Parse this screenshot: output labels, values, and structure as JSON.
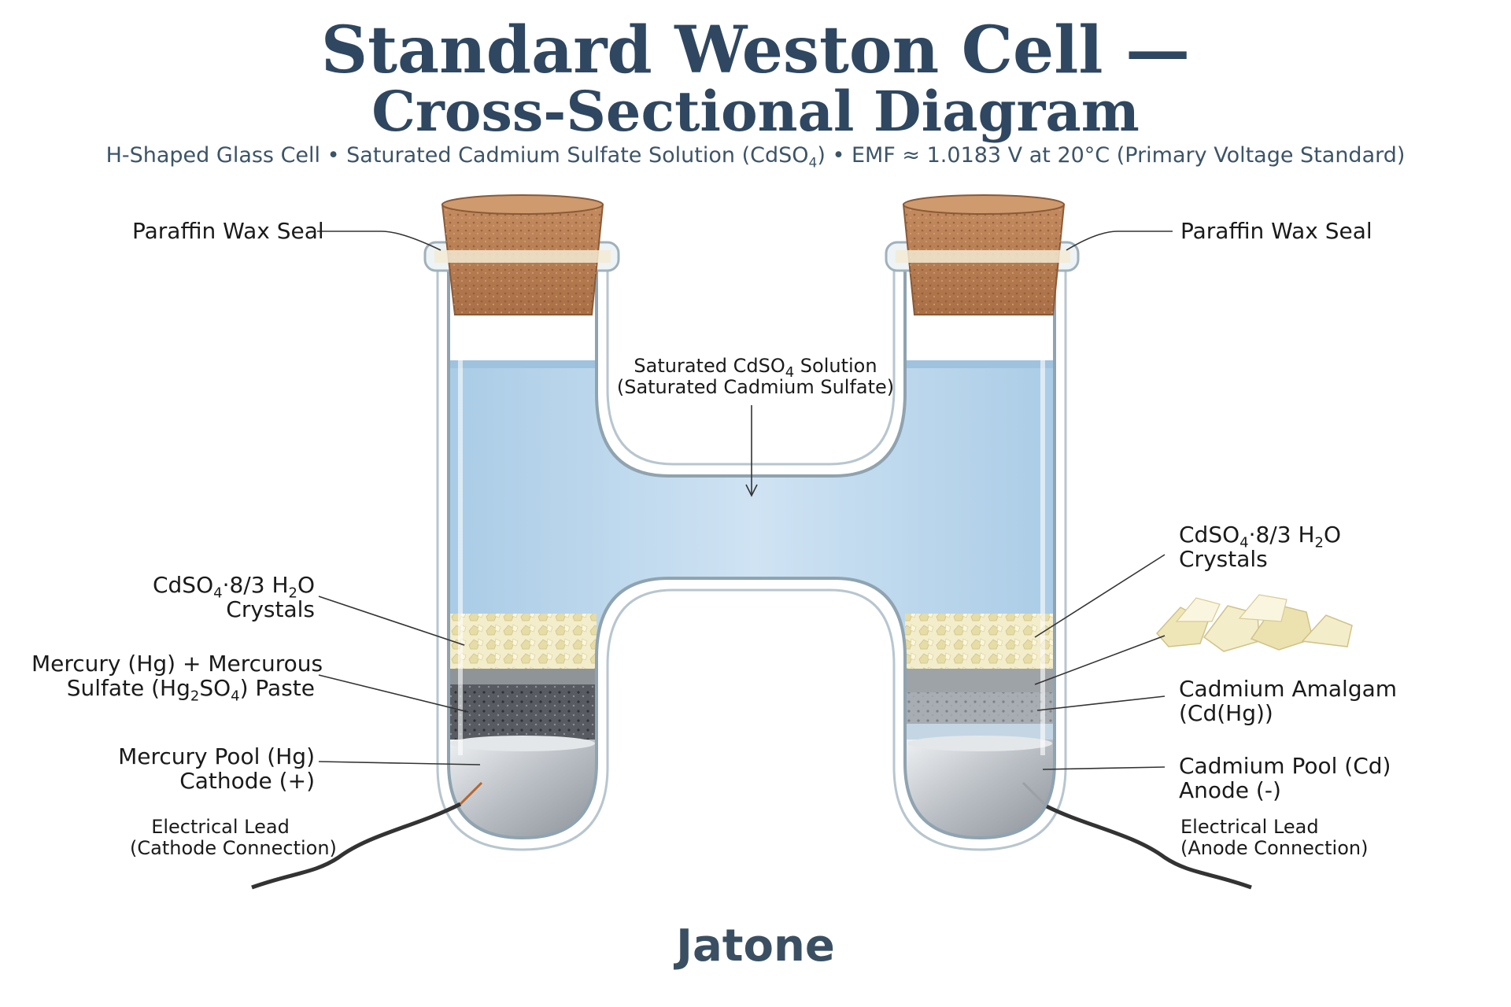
{
  "title": {
    "line1": "Standard Weston Cell —",
    "line2": "Cross-Sectional Diagram"
  },
  "subtitle": {
    "before": "H-Shaped Glass Cell • Saturated Cadmium Sulfate Solution (CdSO",
    "sub": "4",
    "after": ") • EMF ≈ 1.0183 V at 20°C (Primary Voltage Standard)"
  },
  "labels": {
    "seal_left": "Paraffin Wax Seal",
    "seal_right": "Paraffin Wax Seal",
    "solution_line1_a": "Saturated CdSO",
    "solution_line1_sub": "4",
    "solution_line1_b": " Solution",
    "solution_line2": "(Saturated Cadmium Sulfate)",
    "crystals_left_a": "CdSO",
    "crystals_left_sub": "4",
    "crystals_left_b": "·8/3 H",
    "crystals_left_sub2": "2",
    "crystals_left_c": "O",
    "crystals_left_line2": "Crystals",
    "crystals_right_a": "CdSO",
    "crystals_right_sub": "4",
    "crystals_right_b": "·8/3 H",
    "crystals_right_sub2": "2",
    "crystals_right_c": "O",
    "crystals_right_line2": "Crystals",
    "paste_line1": "Mercury (Hg) + Mercurous",
    "paste_line2_a": "Sulfate (Hg",
    "paste_line2_sub": "2",
    "paste_line2_b": "SO",
    "paste_line2_sub2": "4",
    "paste_line2_c": ") Paste",
    "amalgam_line1": "Cadmium Amalgam",
    "amalgam_line2": "(Cd(Hg))",
    "mercury_pool_line1": "Mercury Pool (Hg)",
    "mercury_pool_line2": "Cathode (+)",
    "cadmium_pool_line1": "Cadmium Pool (Cd)",
    "cadmium_pool_line2": "Anode (-)",
    "lead_left_line1": "Electrical Lead",
    "lead_left_line2": "(Cathode Connection)",
    "lead_right_line1": "Electrical Lead",
    "lead_right_line2": "(Anode Connection)"
  },
  "brand": "Jatone",
  "colors": {
    "title": "#2f4760",
    "glass": "#bfcfd8",
    "solution": "#bcd8ee",
    "cork": "#b97e55",
    "crystals": "#efe8c2",
    "paste": "#5e6268",
    "amalgam": "#9ea4aa",
    "mercury": "#c8ccd1",
    "leader": "#333333"
  },
  "icons": [
    "cork-stopper-icon",
    "wire-lead-icon",
    "crystal-pile-icon"
  ]
}
